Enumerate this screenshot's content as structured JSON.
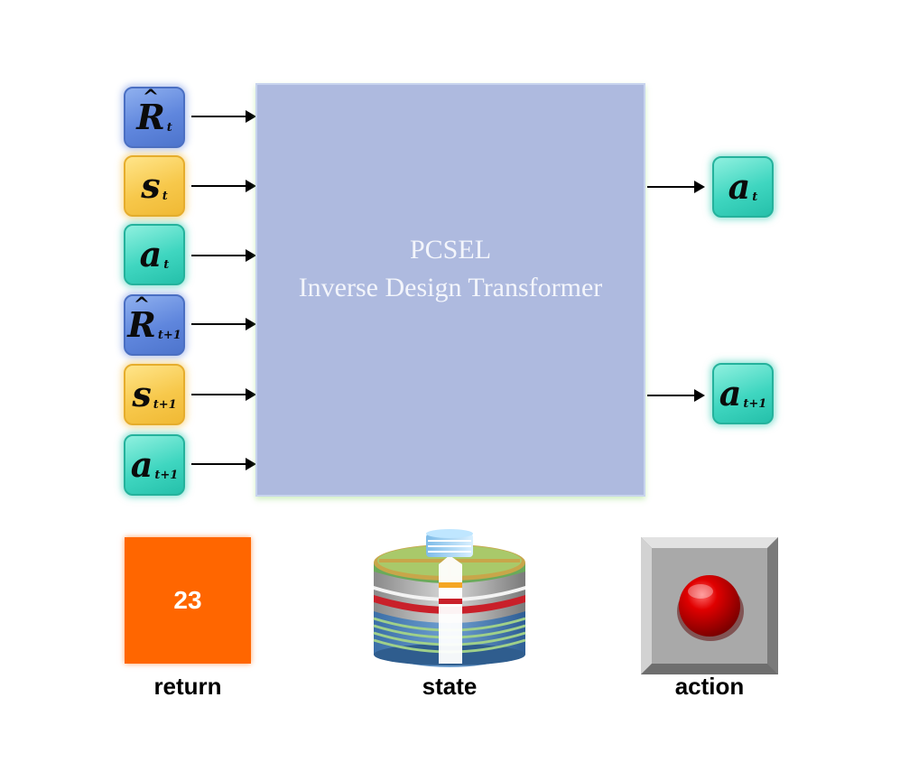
{
  "inputs": [
    {
      "symbol": "R",
      "hat": true,
      "subscript": "t",
      "kind": "return"
    },
    {
      "symbol": "s",
      "hat": false,
      "subscript": "t",
      "kind": "state"
    },
    {
      "symbol": "a",
      "hat": false,
      "subscript": "t",
      "kind": "action"
    },
    {
      "symbol": "R",
      "hat": true,
      "subscript": "t+1",
      "kind": "return"
    },
    {
      "symbol": "s",
      "hat": false,
      "subscript": "t+1",
      "kind": "state"
    },
    {
      "symbol": "a",
      "hat": false,
      "subscript": "t+1",
      "kind": "action"
    }
  ],
  "outputs": [
    {
      "symbol": "a",
      "subscript": "t"
    },
    {
      "symbol": "a",
      "subscript": "t+1"
    }
  ],
  "hat_glyph": "^",
  "transformer": {
    "line1": "PCSEL",
    "line2": "Inverse Design Transformer"
  },
  "legend": {
    "return_value": "23",
    "return_label": "return",
    "state_label": "state",
    "action_label": "action"
  },
  "colors": {
    "return": "#5f86dd",
    "state": "#f7c84b",
    "action": "#3fd6c0",
    "transformer": "#aebadf",
    "return_legend": "#ff6600"
  }
}
